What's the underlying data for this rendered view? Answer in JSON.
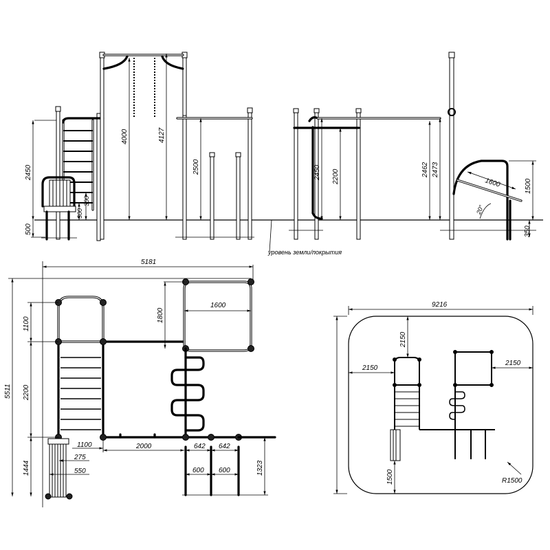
{
  "elevation": {
    "ground_label": "уровень земли/покрытия",
    "dims": {
      "d2450_left": "2450",
      "d500": "500",
      "d300a": "300",
      "d300b": "300",
      "d4000": "4000",
      "d4127": "4127",
      "d2500": "2500",
      "d2450_mid": "2450",
      "d2200": "2200",
      "d2462": "2462",
      "d2473": "2473",
      "d1600": "1600",
      "d1500": "1500",
      "d350": "350",
      "angle": "20°"
    }
  },
  "plan": {
    "dims": {
      "d5181": "5181",
      "d5511": "5511",
      "d1100_top": "1100",
      "d2200": "2200",
      "d1444": "1444",
      "d1800": "1800",
      "d1600": "1600",
      "d1100_bot": "1100",
      "d2000": "2000",
      "d642a": "642",
      "d642b": "642",
      "d275": "275",
      "d550": "550",
      "d600a": "600",
      "d600b": "600",
      "d1323": "1323"
    }
  },
  "site": {
    "dims": {
      "d9216": "9216",
      "d2150_top": "2150",
      "d2150_left": "2150",
      "d2150_right": "2150",
      "d1500": "1500",
      "radius": "R1500"
    }
  }
}
